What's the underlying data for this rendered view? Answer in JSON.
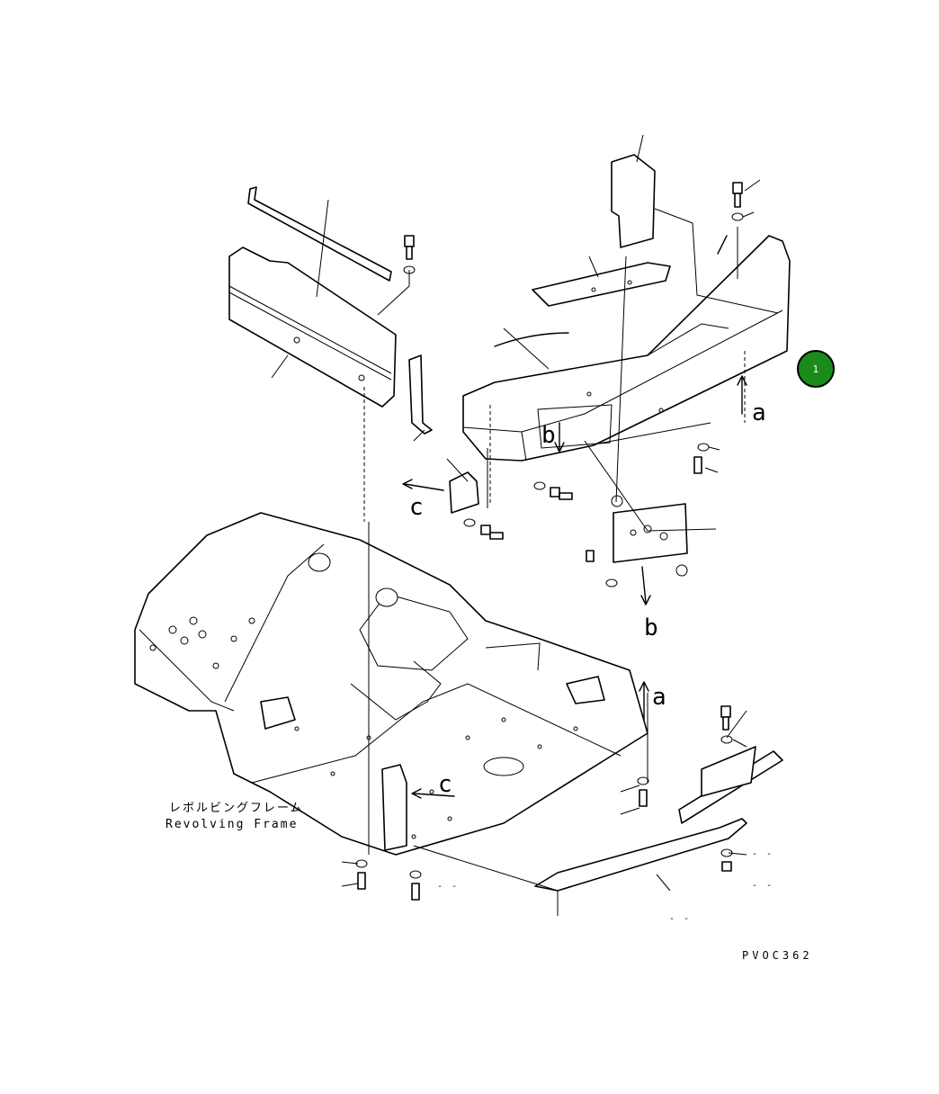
{
  "diagram": {
    "frame_label_jp": "レボルビングフレーム",
    "frame_label_en": "Revolving Frame",
    "figure_code": "PVOC362",
    "callout_letters": [
      "a",
      "b",
      "c"
    ],
    "dash_mark": "- -",
    "badge": {
      "number": "1",
      "color": "#1a8a1a"
    }
  }
}
